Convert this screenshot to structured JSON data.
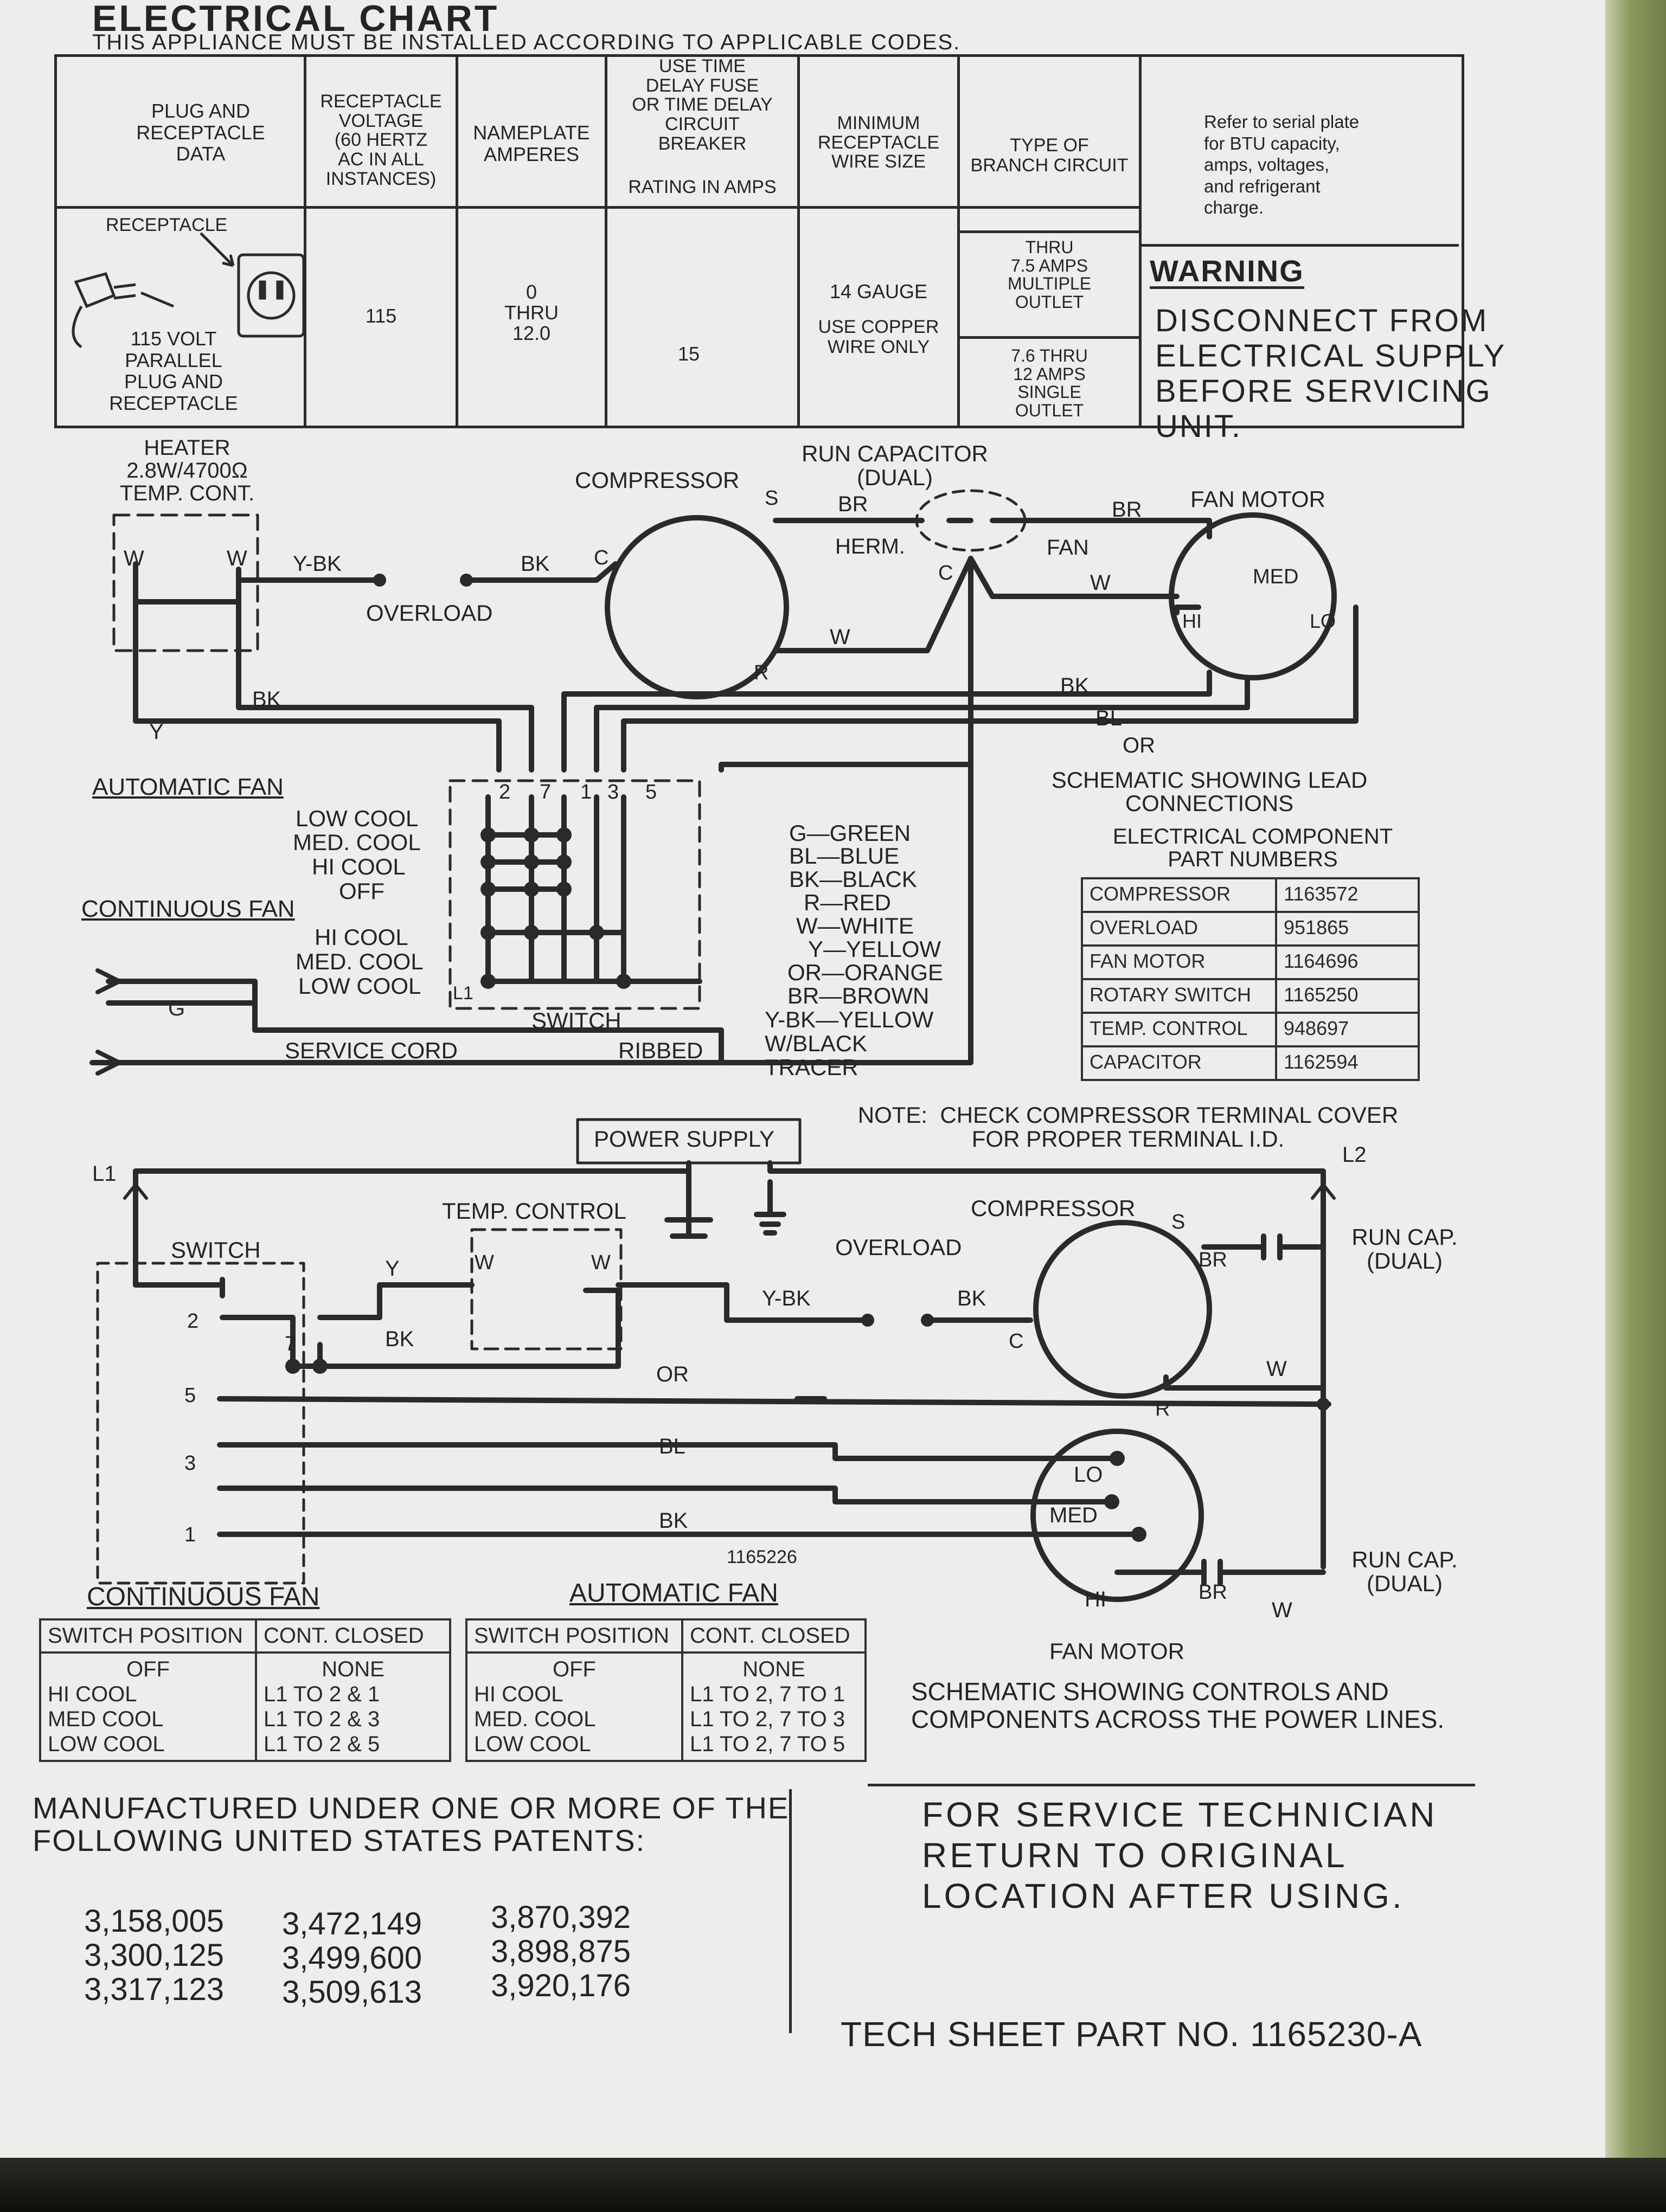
{
  "header": {
    "title": "ELECTRICAL CHART",
    "subtitle": "THIS APPLIANCE MUST BE INSTALLED ACCORDING TO APPLICABLE CODES."
  },
  "chart_table": {
    "col_plug": "PLUG AND\nRECEPTACLE\nDATA",
    "col_voltage": "RECEPTACLE\nVOLTAGE\n(60 HERTZ\nAC IN ALL\nINSTANCES)",
    "col_amperes": "NAMEPLATE\nAMPERES",
    "col_fuse": "USE TIME\nDELAY FUSE\nOR TIME DELAY\nCIRCUIT\nBREAKER",
    "col_fuse_rating": "RATING IN AMPS",
    "col_wire": "MINIMUM\nRECEPTACLE\nWIRE SIZE",
    "col_branch": "TYPE OF\nBRANCH CIRCUIT",
    "col_serial": "Refer to serial plate\nfor BTU capacity,\namps, voltages,\nand refrigerant\ncharge.",
    "receptacle_label": "RECEPTACLE",
    "plug_caption": "115 VOLT\nPARALLEL\nPLUG AND\nRECEPTACLE",
    "voltage": "115",
    "amperes": "0\nTHRU\n12.0",
    "fuse": "15",
    "wire_gauge": "14 GAUGE",
    "wire_note": "USE COPPER\nWIRE ONLY",
    "branch_1": "THRU\n7.5 AMPS\nMULTIPLE\nOUTLET",
    "branch_2": "7.6 THRU\n12 AMPS\nSINGLE\nOUTLET",
    "warning_title": "WARNING",
    "warning_text": "DISCONNECT FROM\nELECTRICAL SUPPLY\nBEFORE SERVICING\nUNIT."
  },
  "lead_schematic": {
    "heater": "HEATER\n2.8W/4700Ω\nTEMP. CONT.",
    "compressor": "COMPRESSOR",
    "run_capacitor": "RUN CAPACITOR\n(DUAL)",
    "fan_motor": "FAN MOTOR",
    "overload": "OVERLOAD",
    "herm": "HERM.",
    "fan": "FAN",
    "med": "MED",
    "hi": "HI",
    "lo": "LO",
    "wire_ybk": "Y-BK",
    "wire_bk": "BK",
    "wire_br": "BR",
    "wire_w": "W",
    "wire_y": "Y",
    "wire_bl": "BL",
    "wire_or": "OR",
    "term_s": "S",
    "term_c": "C",
    "term_r": "R",
    "term_w": "W",
    "automatic_fan": "AUTOMATIC FAN",
    "continuous_fan": "CONTINUOUS FAN",
    "auto_positions": [
      "LOW COOL",
      "MED. COOL",
      "HI COOL",
      "OFF"
    ],
    "cont_positions": [
      "HI COOL",
      "MED. COOL",
      "LOW COOL"
    ],
    "switch_terms": [
      "2",
      "7",
      "1",
      "3",
      "5"
    ],
    "switch_l1": "L1",
    "switch": "SWITCH",
    "g": "G",
    "service_cord": "SERVICE CORD",
    "ribbed": "RIBBED",
    "caption": "SCHEMATIC SHOWING LEAD\nCONNECTIONS"
  },
  "color_legend": [
    "G—GREEN",
    "BL—BLUE",
    "BK—BLACK",
    "R—RED",
    "W—WHITE",
    "Y—YELLOW",
    "OR—ORANGE",
    "BR—BROWN",
    "Y-BK—YELLOW\nW/BLACK\nTRACER"
  ],
  "parts": {
    "title": "ELECTRICAL COMPONENT\nPART NUMBERS",
    "rows": [
      {
        "name": "COMPRESSOR",
        "number": "1163572"
      },
      {
        "name": "OVERLOAD",
        "number": "951865"
      },
      {
        "name": "FAN MOTOR",
        "number": "1164696"
      },
      {
        "name": "ROTARY SWITCH",
        "number": "1165250"
      },
      {
        "name": "TEMP. CONTROL",
        "number": "948697"
      },
      {
        "name": "CAPACITOR",
        "number": "1162594"
      }
    ]
  },
  "note": "NOTE:  CHECK COMPRESSOR TERMINAL COVER\nFOR PROPER TERMINAL I.D.",
  "power_schematic": {
    "power_supply": "POWER SUPPLY",
    "l1": "L1",
    "l2": "L2",
    "switch": "SWITCH",
    "temp_control": "TEMP. CONTROL",
    "overload": "OVERLOAD",
    "compressor": "COMPRESSOR",
    "run_cap_1": "RUN CAP.\n(DUAL)",
    "run_cap_2": "RUN CAP.\n(DUAL)",
    "fan_motor": "FAN MOTOR",
    "switch_terms": [
      "2",
      "7",
      "5",
      "3",
      "1"
    ],
    "wire_y": "Y",
    "wire_bk": "BK",
    "wire_ybk": "Y-BK",
    "wire_or": "OR",
    "wire_bl": "BL",
    "wire_bk2": "BK",
    "wire_br": "BR",
    "wire_br2": "BR",
    "wire_w": "W",
    "wire_w2": "W",
    "term_s": "S",
    "term_c": "C",
    "term_r": "R",
    "tc_w1": "W",
    "tc_w2": "W",
    "lo": "LO",
    "med": "MED",
    "hi": "HI",
    "drawing_no": "1165226",
    "caption": "SCHEMATIC SHOWING CONTROLS AND\nCOMPONENTS ACROSS THE POWER LINES."
  },
  "switch_tables": {
    "continuous": {
      "title": "CONTINUOUS FAN",
      "headers": [
        "SWITCH POSITION",
        "CONT. CLOSED"
      ],
      "rows": [
        [
          "OFF",
          "NONE"
        ],
        [
          "HI COOL",
          "L1 TO 2 & 1"
        ],
        [
          "MED  COOL",
          "L1 TO 2 & 3"
        ],
        [
          "LOW COOL",
          "L1 TO 2 & 5"
        ]
      ]
    },
    "automatic": {
      "title": "AUTOMATIC FAN",
      "headers": [
        "SWITCH POSITION",
        "CONT. CLOSED"
      ],
      "rows": [
        [
          "OFF",
          "NONE"
        ],
        [
          "HI COOL",
          "L1 TO 2, 7 TO 1"
        ],
        [
          "MED. COOL",
          "L1 TO 2, 7 TO 3"
        ],
        [
          "LOW COOL",
          "L1 TO 2, 7 TO 5"
        ]
      ]
    }
  },
  "footer": {
    "patents_heading": "MANUFACTURED UNDER ONE OR MORE OF THE\nFOLLOWING UNITED STATES PATENTS:",
    "patents": [
      "3,158,005",
      "3,300,125",
      "3,317,123",
      "3,472,149",
      "3,499,600",
      "3,509,613",
      "3,870,392",
      "3,898,875",
      "3,920,176"
    ],
    "service_note": "FOR SERVICE TECHNICIAN\nRETURN TO ORIGINAL\nLOCATION AFTER USING.",
    "tech_sheet": "TECH SHEET PART NO. 1165230-A"
  }
}
